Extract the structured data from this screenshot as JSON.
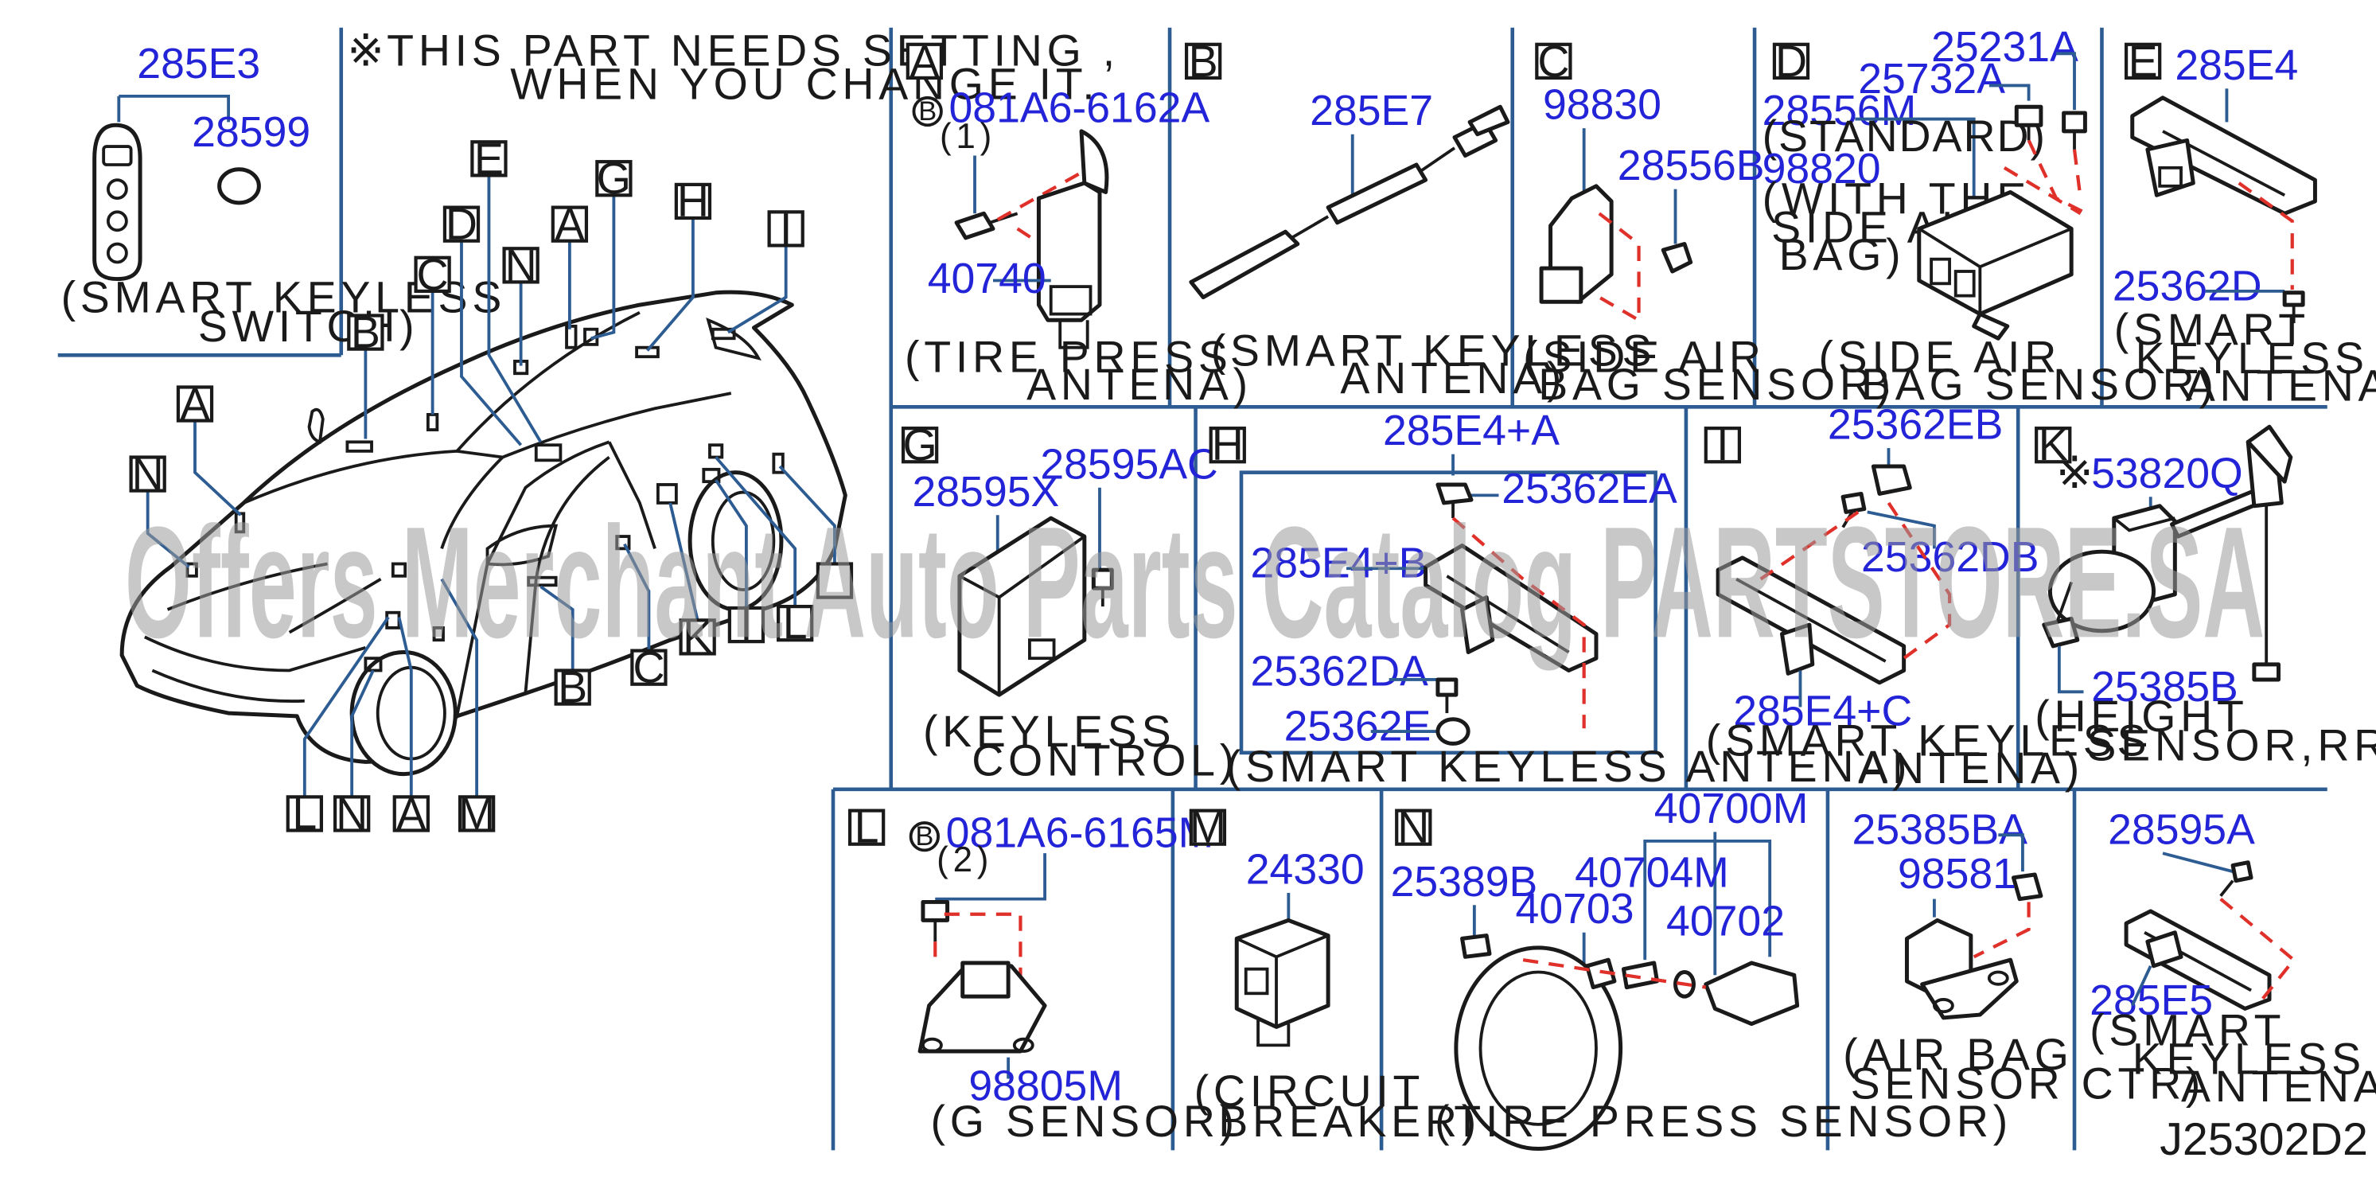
{
  "note": {
    "symbol": "※",
    "line1": "THIS  PART  NEEDS  SETTING ,",
    "line2": "WHEN  YOU  CHANGE  IT."
  },
  "overview": {
    "switch_parts": {
      "fob": "285E3",
      "battery": "28599"
    },
    "switch_caption": {
      "line1": "(SMART   KEYLESS",
      "line2": "SWITCH)"
    },
    "callouts": [
      "A",
      "B",
      "C",
      "D",
      "E",
      "N",
      "G",
      "H",
      "I",
      "N",
      "A",
      "B",
      "C",
      "K",
      "I",
      "L",
      "L",
      "N",
      "A",
      "M"
    ]
  },
  "panels": [
    {
      "letter": "A",
      "prefix": "B",
      "parts": [
        "081A6-6162A",
        "(1)",
        "40740"
      ],
      "caption": [
        "(TIRE   PRESS",
        "ANTENA)"
      ]
    },
    {
      "letter": "B",
      "parts": [
        "285E7"
      ],
      "caption": [
        "(SMART   KEYLESS",
        "ANTENA)"
      ]
    },
    {
      "letter": "C",
      "parts": [
        "98830",
        "28556B"
      ],
      "caption": [
        "(SIDE   AIR",
        "BAG   SENSOR)"
      ]
    },
    {
      "letter": "D",
      "parts": [
        "25231A",
        "25732A",
        "28556M",
        "(STANDARD)",
        "98820",
        "(WITH   THE",
        "SIDE   AIR",
        "BAG)"
      ],
      "caption": [
        "(SIDE   AIR",
        "BAG   SENSOR)"
      ]
    },
    {
      "letter": "E",
      "parts": [
        "285E4",
        "25362D"
      ],
      "caption": [
        "(SMART",
        "KEYLESS",
        "ANTENA)"
      ]
    },
    {
      "letter": "G",
      "parts": [
        "28595X",
        "28595AC"
      ],
      "caption": [
        "(KEYLESS",
        "CONTROL)"
      ]
    },
    {
      "letter": "H",
      "parts": [
        "285E4+A",
        "25362EA",
        "285E4+B",
        "25362DA",
        "25362E"
      ],
      "caption": [
        "(SMART   KEYLESS   ANTENA)"
      ]
    },
    {
      "letter": "I",
      "parts": [
        "25362EB",
        "25362DB",
        "285E4+C"
      ],
      "caption": [
        "(SMART   KEYLESS",
        "ANTENA)"
      ]
    },
    {
      "letter": "K",
      "prefix": "※",
      "parts": [
        "53820Q",
        "25385B"
      ],
      "caption": [
        "(HEIGHT",
        "SENSOR,RR)"
      ]
    },
    {
      "letter": "L",
      "prefix": "B",
      "parts": [
        "081A6-6165M",
        "(2)",
        "98805M"
      ],
      "caption": [
        "(G   SENSOR)"
      ]
    },
    {
      "letter": "M",
      "parts": [
        "24330"
      ],
      "caption": [
        "(CIRCUIT",
        "BREAKER)"
      ]
    },
    {
      "letter": "N",
      "parts": [
        "40700M",
        "25389B",
        "40704M",
        "40703",
        "40702"
      ],
      "caption": [
        "(TIRE   PRESS   SENSOR)"
      ]
    },
    {
      "letter": "",
      "parts": [
        "25385BA",
        "98581"
      ],
      "caption": [
        "(AIR   BAG",
        "SENSOR   CTR)"
      ]
    },
    {
      "letter": "",
      "parts": [
        "28595A",
        "285E5"
      ],
      "caption": [
        "(SMART",
        "KEYLESS",
        "ANTENA)"
      ]
    }
  ],
  "diagram_id": "J25302D2",
  "watermark": "Offers Merchant Auto Parts Catalog PARTSTORE.SA",
  "colors": {
    "part_number": "#2323d8",
    "frame": "#2d5c93",
    "dashed_leader": "#e0302a",
    "text": "#1a1a1a"
  }
}
